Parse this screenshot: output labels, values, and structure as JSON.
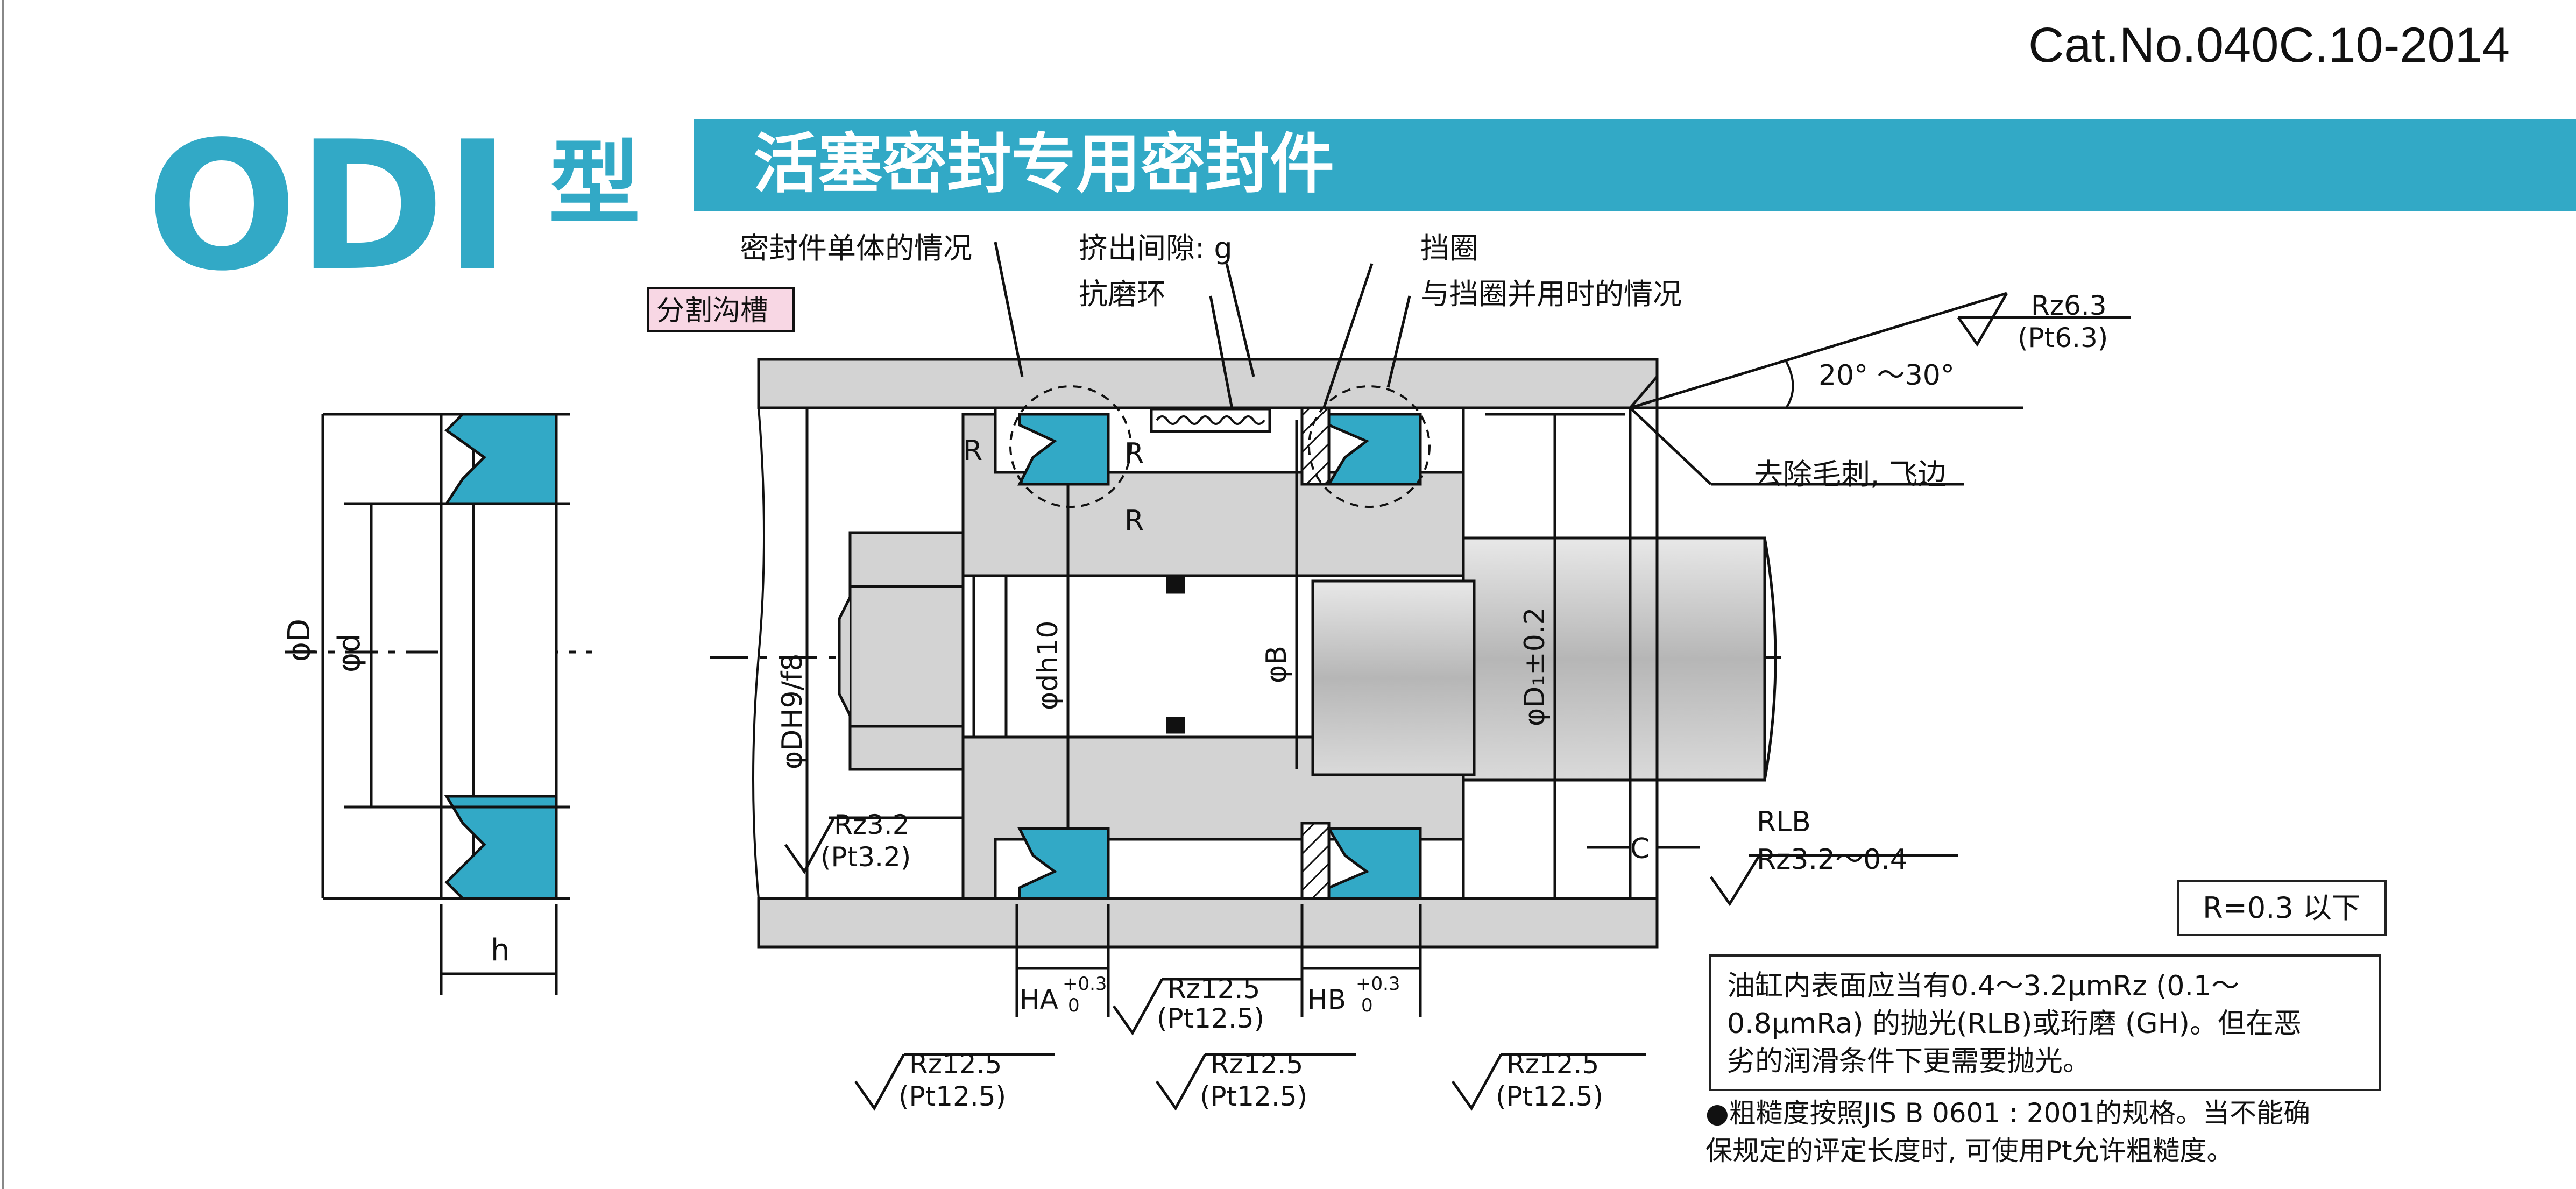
{
  "catalog_no": "Cat.No.040C.10-2014",
  "series": {
    "logo_text": "ODI",
    "logo_suffix": "型",
    "title": "活塞密封专用密封件"
  },
  "labels": {
    "seal_single": "密封件单体的情况",
    "split_groove": "分割沟槽",
    "extrusion_gap": "挤出间隙: g",
    "wear_ring": "抗磨环",
    "backup_ring": "挡圈",
    "with_backup": "与挡圈并用时的情况",
    "chamfer_angle": "20° ～30°",
    "deburr": "去除毛刺, 飞边",
    "r": "R",
    "c": "C",
    "rlb": "RLB",
    "rz_rlb": "Rz3.2～0.4",
    "rz63": "Rz6.3",
    "pt63": "(Pt6.3)",
    "rz32": "Rz3.2",
    "pt32": "(Pt3.2)",
    "rz125": "Rz12.5",
    "pt125": "(Pt12.5)",
    "ha": "HA",
    "hb": "HB",
    "tol_plus": "+0.3",
    "tol_zero": "0"
  },
  "dimensions": {
    "phi_D": "φD",
    "phi_d": "φd",
    "h": "h",
    "phi_D_H9f8": "φDH9/f8",
    "phi_d_h10": "φdh10",
    "phi_B": "φB",
    "phi_D1": "φD₁±0.2"
  },
  "notes": {
    "r_note": "R=0.3 以下",
    "cylinder_note": [
      "油缸内表面应当有0.4～3.2μmRz (0.1～",
      "0.8μmRa) 的抛光(RLB)或珩磨 (GH)。但在恶",
      "劣的润滑条件下更需要抛光。"
    ],
    "roughness_note": [
      "●粗糙度按照JIS B 0601 : 2001的规格。当不能确",
      "保规定的评定长度时, 可使用Pt允许粗糙度。"
    ]
  },
  "colors": {
    "brand": "#32a9c6",
    "metal": "#d3d3d3",
    "pink_tag": "#f8d7e4",
    "line": "#111111"
  }
}
